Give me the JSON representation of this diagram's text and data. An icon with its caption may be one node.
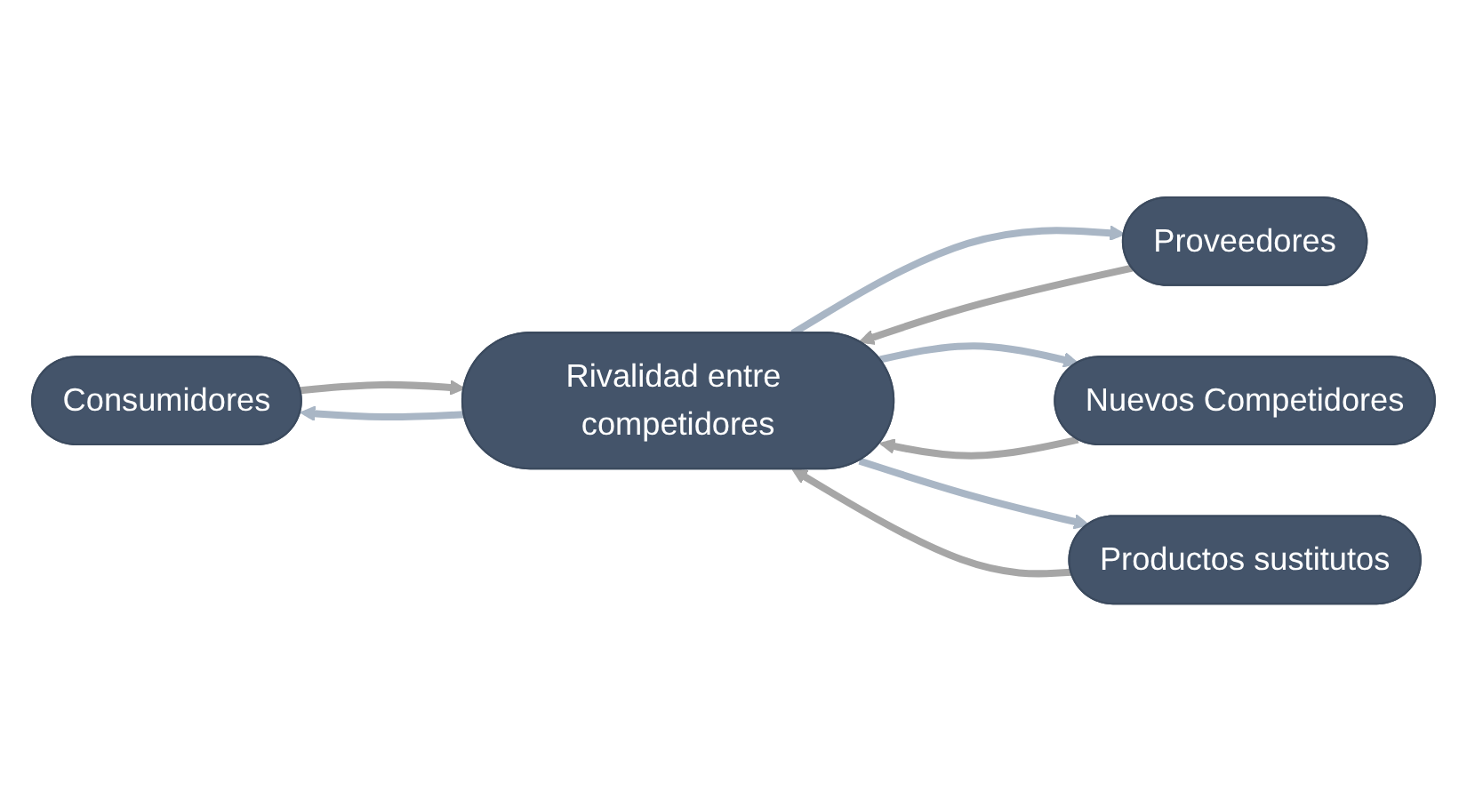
{
  "diagram": {
    "nodes": [
      {
        "text": [
          "Consumidores"
        ]
      },
      {
        "text": [
          "Proveedores"
        ]
      },
      {
        "text": [
          "Rivalidad entre competidores"
        ]
      },
      {
        "text": [
          "Nuevos Competidores"
        ]
      },
      {
        "text": [
          "Productos sustitutos"
        ]
      }
    ],
    "edges": [
      {
        "from": 0,
        "to": 2,
        "arrow": "to",
        "color": "#a6a6a6"
      },
      {
        "from": 2,
        "to": 0,
        "arrow": "to",
        "color": "#a9b6c5"
      },
      {
        "from": 1,
        "to": 2,
        "arrow": "to",
        "color": "#a6a6a6"
      },
      {
        "from": 2,
        "to": 1,
        "arrow": "to",
        "color": "#a9b6c5"
      },
      {
        "from": 2,
        "to": 3,
        "arrow": "to",
        "color": "#a9b6c5"
      },
      {
        "from": 3,
        "to": 2,
        "arrow": "to",
        "color": "#a6a6a6"
      },
      {
        "from": 2,
        "to": 4,
        "arrow": "to",
        "color": "#a9b6c5"
      },
      {
        "from": 4,
        "to": 2,
        "arrow": "to",
        "color": "#a6a6a6"
      }
    ]
  }
}
